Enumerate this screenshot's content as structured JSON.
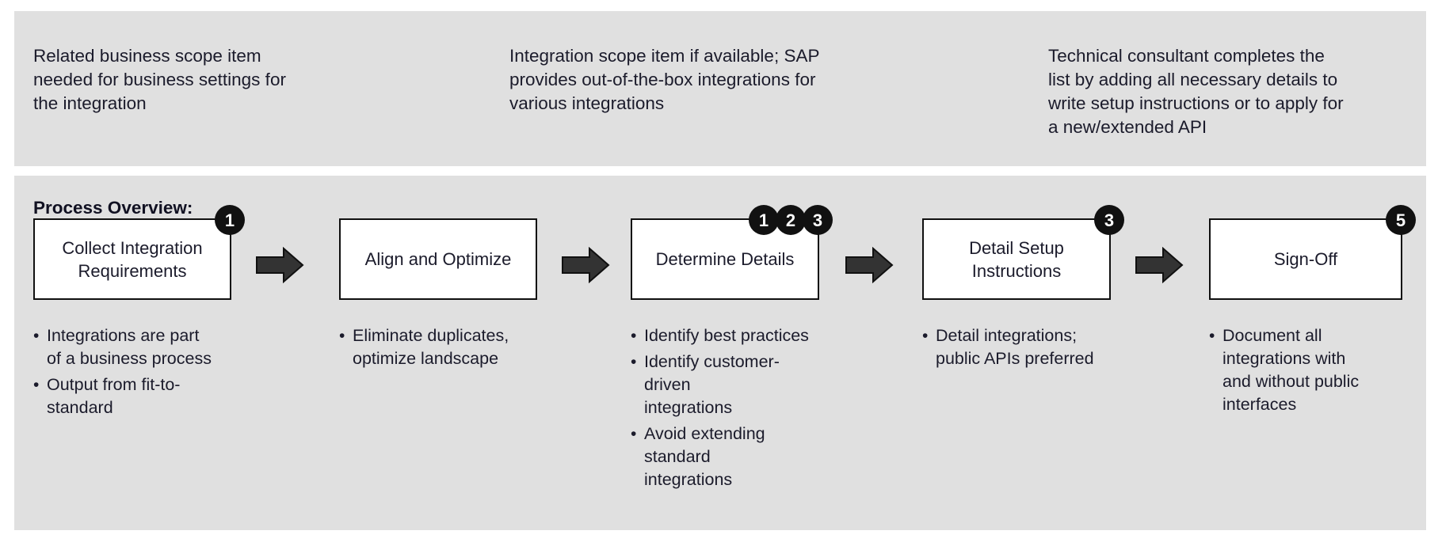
{
  "notes": [
    {
      "text": "Related business scope item\nneeded for business settings for\nthe integration"
    },
    {
      "text": "Integration scope item if available; SAP\nprovides out-of-the-box integrations for\nvarious integrations"
    },
    {
      "text": "Technical consultant completes the\nlist by adding all necessary details to\nwrite setup instructions or to apply for\na new/extended API"
    }
  ],
  "process": {
    "title": "Process Overview:",
    "steps": [
      {
        "label": "Collect Integration\nRequirements",
        "badges": [
          "1"
        ],
        "bullets": [
          "Integrations are part\nof a business process",
          "Output from fit-to-\nstandard"
        ]
      },
      {
        "label": "Align and Optimize",
        "badges": [],
        "bullets": [
          "Eliminate duplicates,\noptimize landscape"
        ]
      },
      {
        "label": "Determine Details",
        "badges": [
          "1",
          "2",
          "3"
        ],
        "bullets": [
          "Identify best practices",
          "Identify customer-driven\nintegrations",
          "Avoid extending standard\nintegrations"
        ]
      },
      {
        "label": "Detail Setup\nInstructions",
        "badges": [
          "3"
        ],
        "bullets": [
          "Detail integrations;\npublic APIs preferred"
        ]
      },
      {
        "label": "Sign-Off",
        "badges": [
          "5"
        ],
        "bullets": [
          "Document all\nintegrations with\nand without public\ninterfaces"
        ]
      }
    ],
    "arrow_count": 4
  },
  "colors": {
    "panel_background": "#e0e0e0",
    "page_background": "#ffffff",
    "box_background": "#ffffff",
    "box_border": "#101010",
    "badge_background": "#111111",
    "badge_text": "#ffffff",
    "arrow_fill": "#333333",
    "text": "#1b1b2b"
  }
}
